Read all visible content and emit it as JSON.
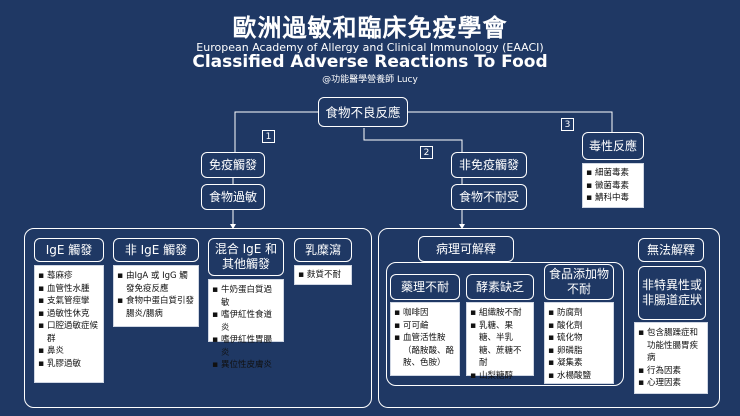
{
  "header": {
    "title": "歐洲過敏和臨床免疫學會",
    "org_en": "European Academy of Allergy and Clinical Immunology (EAACI)",
    "subtitle": "Classified Adverse Reactions To Food",
    "author": "@功能醫學營養師 Lucy"
  },
  "colors": {
    "background": "#1f3864",
    "line": "#ffffff",
    "panel": "#ffffff"
  },
  "root": "食物不良反應",
  "branches": {
    "num1": "1",
    "num2": "2",
    "num3": "3",
    "immune": {
      "label": "免疫觸發",
      "sub": "食物過敏"
    },
    "nonimmune": {
      "label": "非免疫觸發",
      "sub": "食物不耐受"
    },
    "toxic": {
      "label": "毒性反應",
      "items": [
        "細菌毒素",
        "黴菌毒素",
        "鯖科中毒"
      ]
    }
  },
  "allergy": {
    "ige": {
      "label": "IgE 觸發",
      "items": [
        "蕁麻疹",
        "血管性水腫",
        "支氣管痙攣",
        "過敏性休克",
        "口腔過敏症候群",
        "鼻炎",
        "乳膠過敏"
      ]
    },
    "nonige": {
      "label": "非 IgE 觸發",
      "items": [
        "由IgA 或 IgG 觸發免疫反應",
        "食物中蛋白質引發腸炎/腸病"
      ]
    },
    "mixed": {
      "label": "混合 IgE 和其他觸發",
      "items": [
        "牛奶蛋白質過敏",
        "嗜伊紅性食道炎",
        "嗜伊紅性胃腸炎",
        "異位性皮膚炎"
      ]
    },
    "celiac": {
      "label": "乳糜瀉",
      "items": [
        "麩質不耐"
      ]
    }
  },
  "intolerance": {
    "explainable": "病理可解釋",
    "unexplainable": "無法解釋",
    "pharma": {
      "label": "藥理不耐",
      "items": [
        "咖啡因",
        "可可鹼",
        "血管活性胺（酪胺酸、酪胺、色胺）"
      ]
    },
    "enzyme": {
      "label": "酵素缺乏",
      "items": [
        "組織胺不耐",
        "乳糖、果糖、半乳糖、蔗糖不耐",
        "山梨糖醇"
      ]
    },
    "additive": {
      "label": "食品添加物不耐",
      "items": [
        "防腐劑",
        "酸化劑",
        "硫化物",
        "卵磷脂",
        "凝集素",
        "水楊酸鹽"
      ]
    },
    "nonspecific": {
      "label": "非特異性或非腸道症狀",
      "items": [
        "包含腸躁症和功能性腸胃疾病",
        "行為因素",
        "心理因素"
      ]
    }
  }
}
